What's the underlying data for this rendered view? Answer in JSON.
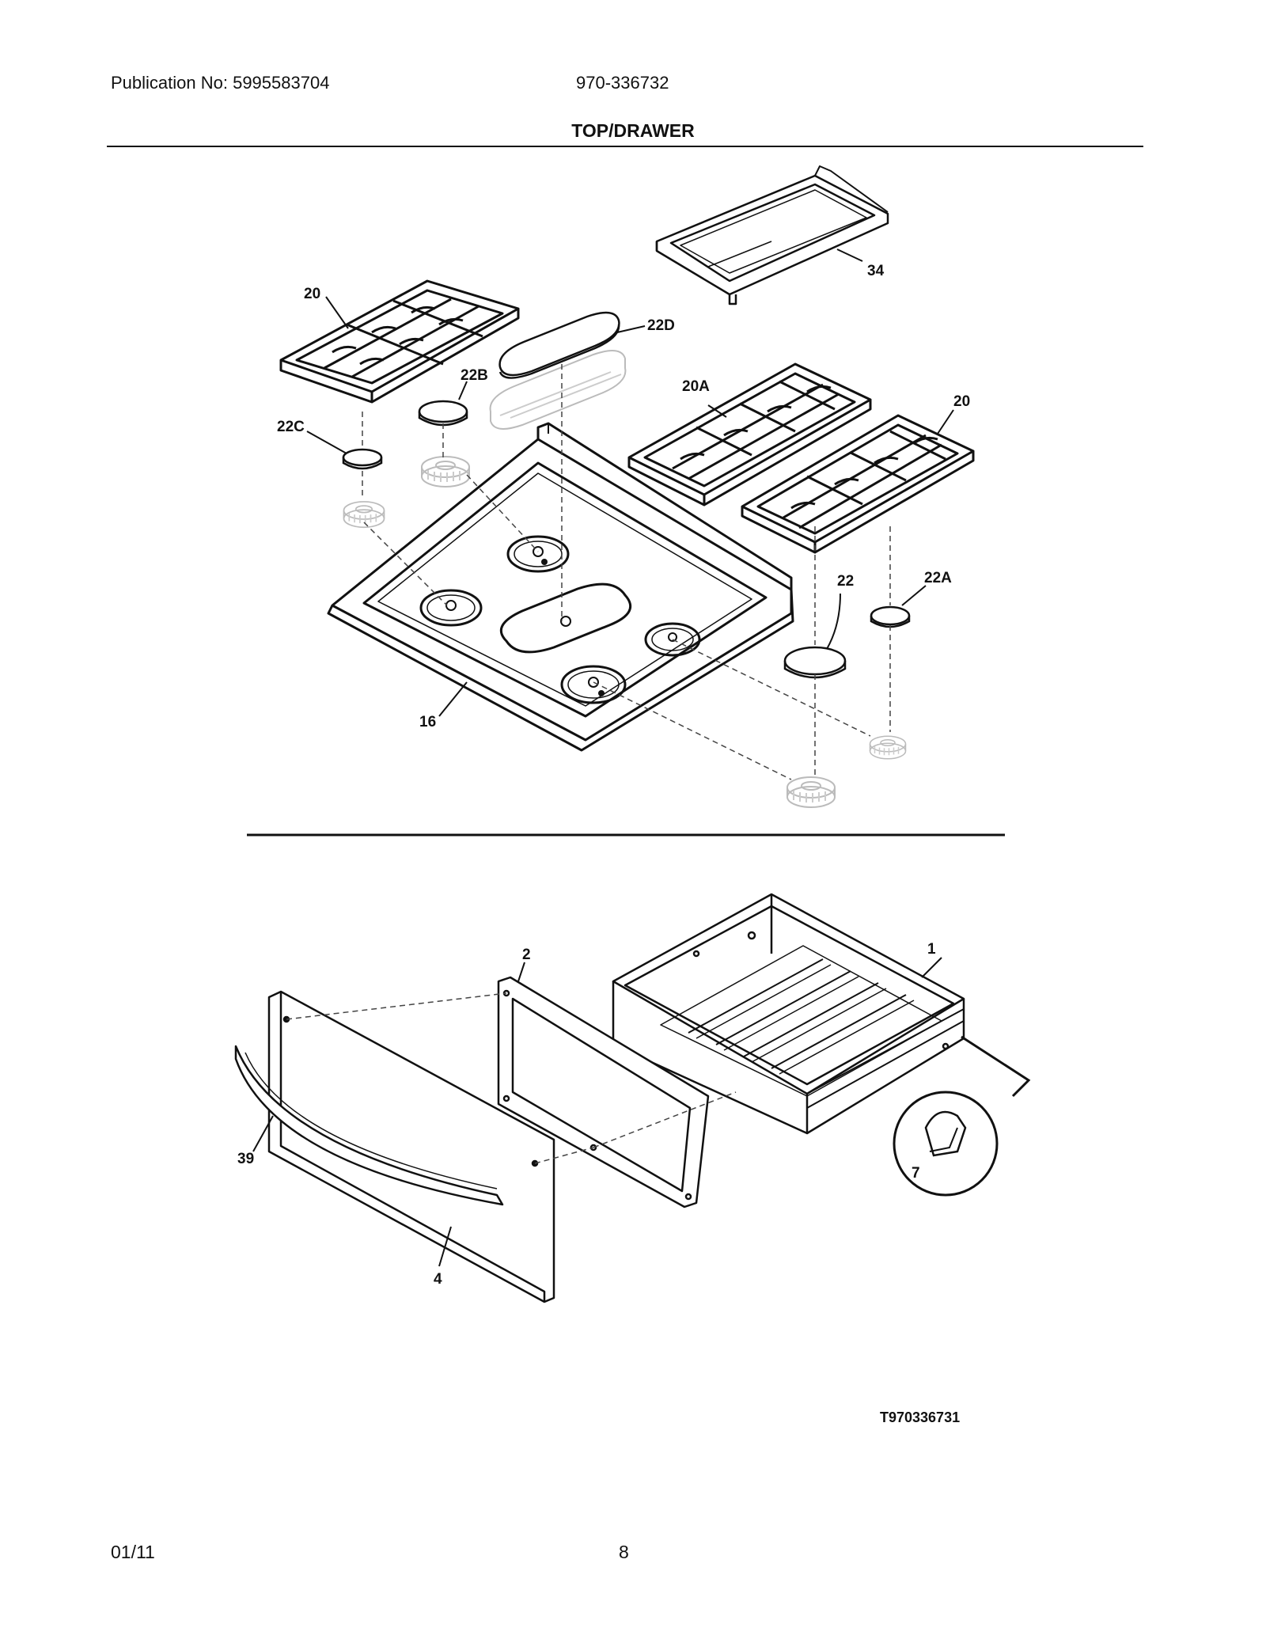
{
  "header": {
    "publication": "Publication No: 5995583704",
    "model": "970-336732",
    "title": "TOP/DRAWER"
  },
  "callouts": {
    "grate_left": "20",
    "grate_right": "20",
    "grate_center": "20A",
    "griddle": "34",
    "cap_oval": "22D",
    "cap_22b": "22B",
    "cap_22c": "22C",
    "cap_22": "22",
    "cap_22a": "22A",
    "cooktop": "16",
    "drawer_body": "1",
    "drawer_liner": "2",
    "drawer_front": "4",
    "handle": "39",
    "glide": "7"
  },
  "diagram_code": "T970336731",
  "footer": {
    "date": "01/11",
    "page": "8"
  }
}
